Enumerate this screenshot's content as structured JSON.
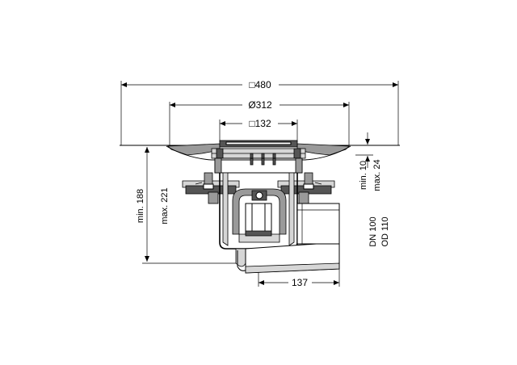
{
  "dimensions": {
    "overall_width": "□480",
    "grate_diameter": "Ø312",
    "grate_square": "□132",
    "height_min": "min. 188",
    "height_max": "max. 221",
    "flange_min": "min. 10",
    "flange_max": "max. 24",
    "outlet_dn": "DN 100",
    "outlet_od": "OD 110",
    "outlet_length": "137"
  }
}
